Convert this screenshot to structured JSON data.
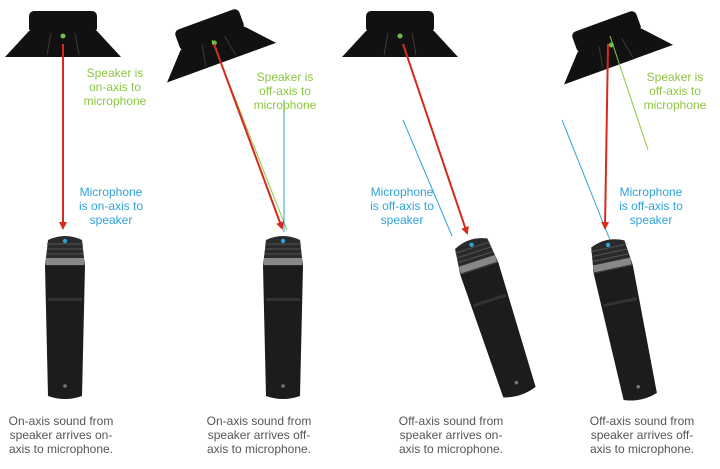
{
  "colors": {
    "speaker": "#111111",
    "speaker_dot": "#6cc04a",
    "arrow": "#d52b1e",
    "speaker_axis": "#8cc63f",
    "mic_axis": "#2ea3d9",
    "mic_body": "#1c1c1c",
    "caption": "#555555"
  },
  "panels": [
    {
      "speaker_label": [
        "Speaker is",
        "on-axis to",
        "microphone"
      ],
      "mic_label": [
        "Microphone",
        "is on-axis to",
        "speaker"
      ],
      "caption": [
        "On-axis sound from",
        "speaker arrives on-",
        "axis to microphone."
      ]
    },
    {
      "speaker_label": [
        "Speaker is",
        "off-axis to",
        "microphone"
      ],
      "mic_label": [],
      "caption": [
        "On-axis sound from",
        "speaker arrives off-",
        "axis to microphone."
      ]
    },
    {
      "speaker_label": [],
      "mic_label": [
        "Microphone",
        "is off-axis to",
        "speaker"
      ],
      "caption": [
        "Off-axis sound from",
        "speaker arrives on-",
        "axis to microphone."
      ]
    },
    {
      "speaker_label": [
        "Speaker is",
        "off-axis to",
        "microphone"
      ],
      "mic_label": [
        "Microphone",
        "is off-axis to",
        "speaker"
      ],
      "caption": [
        "Off-axis sound from",
        "speaker arrives off-",
        "axis to microphone."
      ]
    }
  ]
}
